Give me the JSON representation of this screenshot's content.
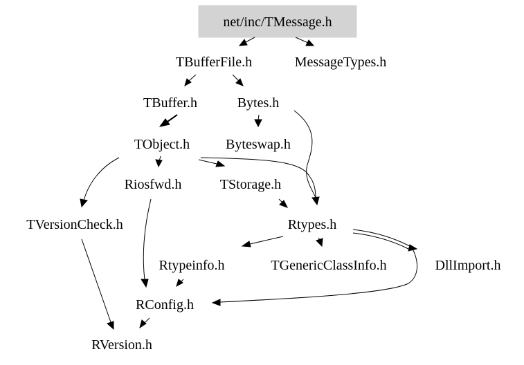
{
  "graph": {
    "root": "net/inc/TMessage.h",
    "nodes": {
      "tmessage": "net/inc/TMessage.h",
      "tbufferfile": "TBufferFile.h",
      "messagetypes": "MessageTypes.h",
      "tbuffer": "TBuffer.h",
      "bytes": "Bytes.h",
      "tobject": "TObject.h",
      "byteswap": "Byteswap.h",
      "riosfwd": "Riosfwd.h",
      "tstorage": "TStorage.h",
      "tversioncheck": "TVersionCheck.h",
      "rtypes": "Rtypes.h",
      "rtypeinfo": "Rtypeinfo.h",
      "tgenericclassinfo": "TGenericClassInfo.h",
      "dllimport": "DllImport.h",
      "rconfig": "RConfig.h",
      "rversion": "RVersion.h"
    },
    "edges": [
      [
        "net/inc/TMessage.h",
        "TBufferFile.h"
      ],
      [
        "net/inc/TMessage.h",
        "MessageTypes.h"
      ],
      [
        "TBufferFile.h",
        "TBuffer.h"
      ],
      [
        "TBufferFile.h",
        "Bytes.h"
      ],
      [
        "TBuffer.h",
        "TObject.h"
      ],
      [
        "Bytes.h",
        "Byteswap.h"
      ],
      [
        "Bytes.h",
        "Rtypes.h"
      ],
      [
        "TObject.h",
        "Riosfwd.h"
      ],
      [
        "TObject.h",
        "TStorage.h"
      ],
      [
        "TObject.h",
        "TVersionCheck.h"
      ],
      [
        "TObject.h",
        "Rtypes.h"
      ],
      [
        "TStorage.h",
        "Rtypes.h"
      ],
      [
        "Riosfwd.h",
        "RConfig.h"
      ],
      [
        "TVersionCheck.h",
        "RVersion.h"
      ],
      [
        "Rtypes.h",
        "Rtypeinfo.h"
      ],
      [
        "Rtypes.h",
        "TGenericClassInfo.h"
      ],
      [
        "Rtypes.h",
        "DllImport.h"
      ],
      [
        "Rtypes.h",
        "RConfig.h"
      ],
      [
        "Rtypeinfo.h",
        "RConfig.h"
      ],
      [
        "RConfig.h",
        "RVersion.h"
      ]
    ]
  }
}
